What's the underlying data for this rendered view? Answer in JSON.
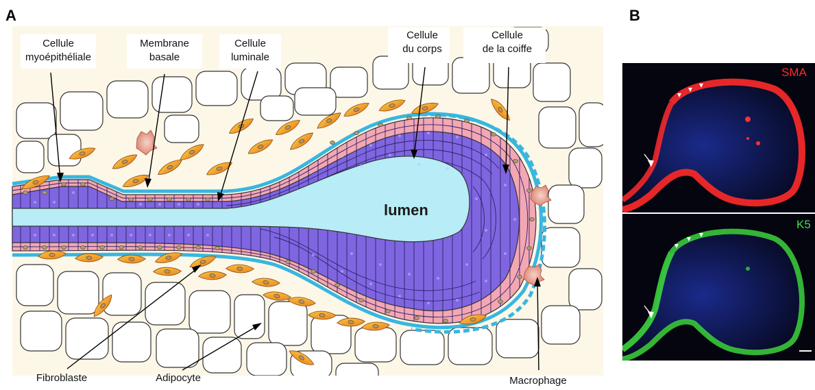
{
  "panel_a": {
    "letter": "A",
    "lumen_text": "lumen",
    "labels": {
      "myoepithelial": [
        "Cellule",
        "myoépithéliale"
      ],
      "membrane": [
        "Membrane",
        "basale"
      ],
      "luminal": [
        "Cellule",
        "luminale"
      ],
      "body_cell": [
        "Cellule",
        "du corps"
      ],
      "cap_cell": [
        "Cellule",
        "de la coiffe"
      ],
      "fibroblast": "Fibroblaste",
      "adipocyte": "Adipocyte",
      "macrophage": "Macrophage"
    },
    "colors": {
      "lumen": "#b8ecf6",
      "basement_membrane": "#38b6e0",
      "luminal_cell": "#f3a7b3",
      "body_cell": "#7f66e0",
      "nucleus": "#b39a6b",
      "fibroblast": "#f0a020",
      "macrophage": "#e9a89a",
      "stroma_bg": "#fdf7e8"
    }
  },
  "panel_b": {
    "letter": "B",
    "top": {
      "stain": "SMA",
      "color": "#ff2a2a"
    },
    "bottom": {
      "stain": "K5",
      "color": "#3ee03e"
    }
  }
}
